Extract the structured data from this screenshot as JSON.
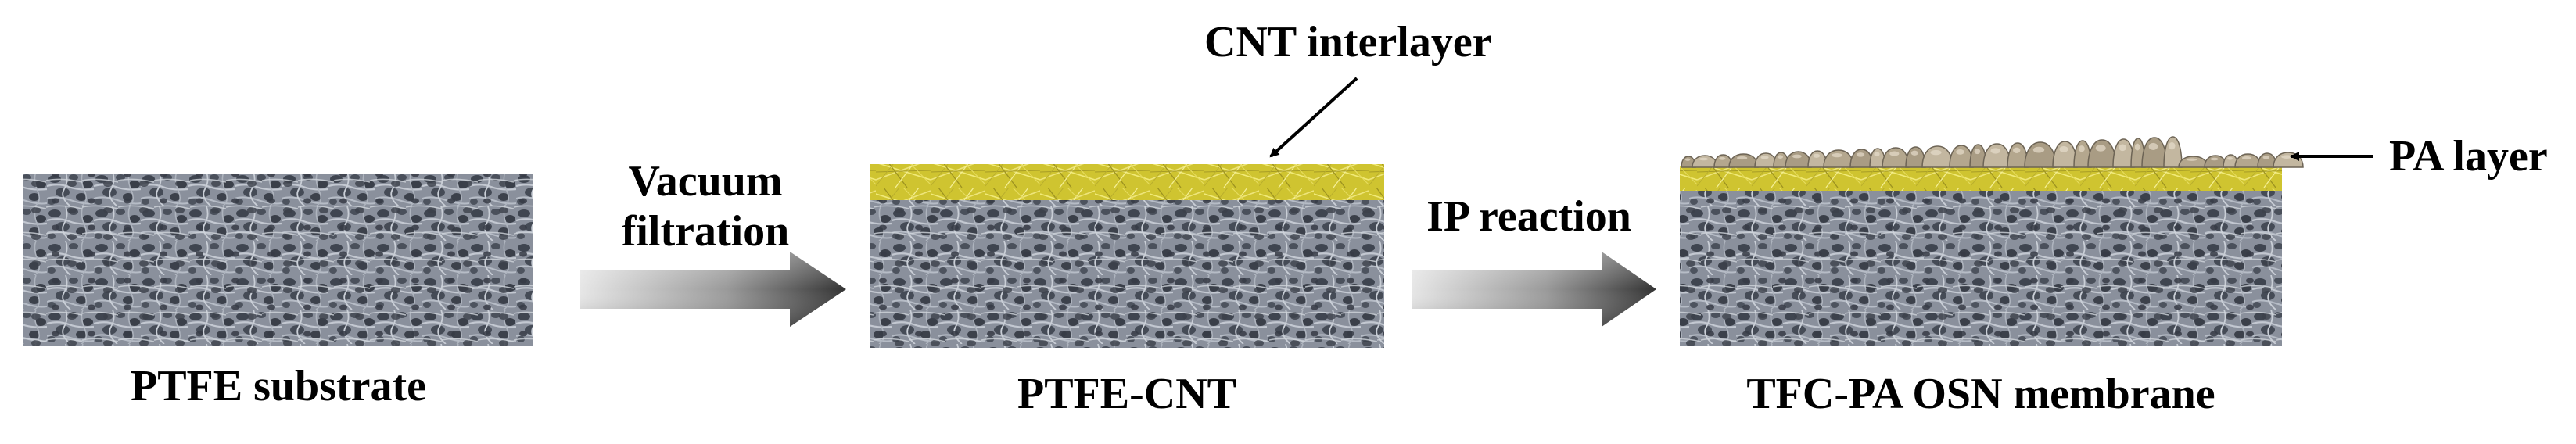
{
  "panels": [
    {
      "caption": "PTFE substrate"
    },
    {
      "caption": "PTFE-CNT"
    },
    {
      "caption": "TFC-PA OSN membrane"
    }
  ],
  "steps": [
    {
      "label_line1": "Vacuum",
      "label_line2": "filtration"
    },
    {
      "label_line1": "IP reaction"
    }
  ],
  "callouts": {
    "cnt": "CNT interlayer",
    "pa": "PA layer"
  },
  "colors": {
    "substrate": "#6f7582",
    "substrate_dark": "#3c414b",
    "substrate_light": "#aab0bb",
    "cnt_yellow": "#d8cf3a",
    "pa_beige": "#b8aa90",
    "arrow_light": "#e3e3e3",
    "arrow_dark": "#3a3a3a"
  }
}
